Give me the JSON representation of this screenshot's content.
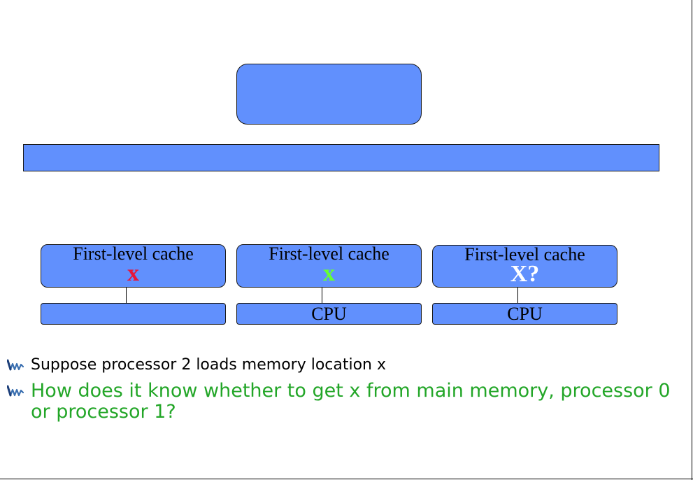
{
  "diagram": {
    "colors": {
      "box_fill": "#6190fd",
      "x_red": "#e8153a",
      "x_green": "#66ff33",
      "x_white": "#ffffff",
      "bullet_green": "#23a628"
    },
    "memory_box": {
      "label": ""
    },
    "bus": {
      "label": ""
    },
    "processors": [
      {
        "cache_label": "First-level cache",
        "cache_value": "x",
        "value_color": "#e8153a",
        "cpu_label": ""
      },
      {
        "cache_label": "First-level cache",
        "cache_value": "x",
        "value_color": "#66ff33",
        "cpu_label": "CPU"
      },
      {
        "cache_label": "First-level cache",
        "cache_value": "X?",
        "value_color": "#ffffff",
        "cpu_label": "CPU"
      }
    ]
  },
  "bullets": [
    {
      "text": "Suppose processor 2 loads memory location x",
      "icon": "bullet-arrow-icon"
    },
    {
      "text": "How does it know whether to get x from main memory, processor 0 or processor 1?",
      "icon": "bullet-arrow-icon"
    }
  ]
}
